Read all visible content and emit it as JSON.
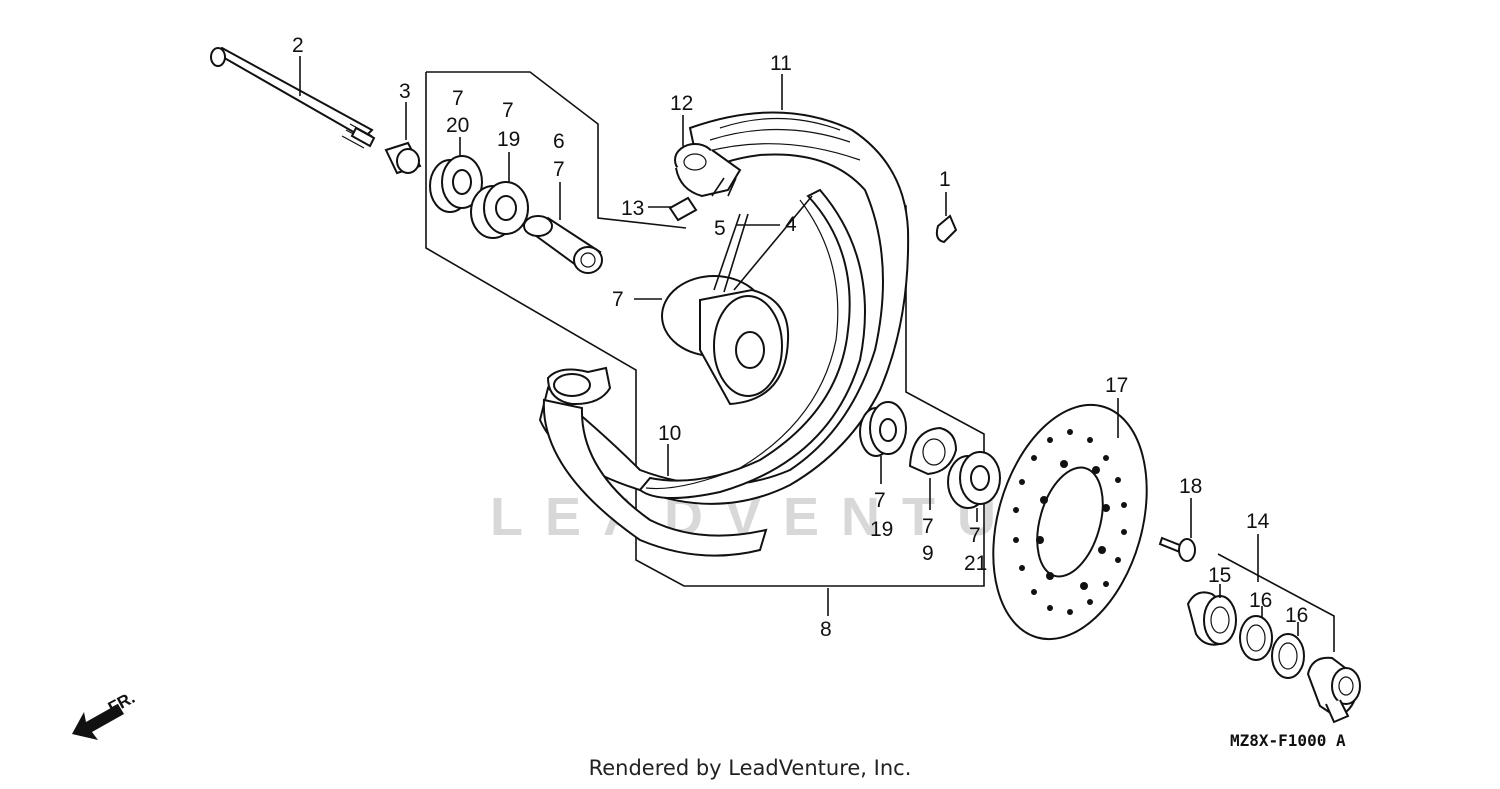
{
  "watermark": "LEADVENTURE",
  "diagram_code": "MZ8X-F1000 A",
  "footer": "Rendered by LeadVenture, Inc.",
  "direction_label": "FR.",
  "callouts": {
    "c2": "2",
    "c3": "3",
    "c7a": "7",
    "c20": "20",
    "c7b": "7",
    "c19a": "19",
    "c6": "6",
    "c7c": "7",
    "c11": "11",
    "c12": "12",
    "c13": "13",
    "c5": "5",
    "c4": "4",
    "c1": "1",
    "c7d": "7",
    "c10": "10",
    "c17": "17",
    "c18": "18",
    "c14": "14",
    "c15": "15",
    "c16a": "16",
    "c16b": "16",
    "c7e": "7",
    "c19b": "19",
    "c7f": "7",
    "c9": "9",
    "c7g": "7",
    "c21": "21",
    "c8": "8"
  }
}
